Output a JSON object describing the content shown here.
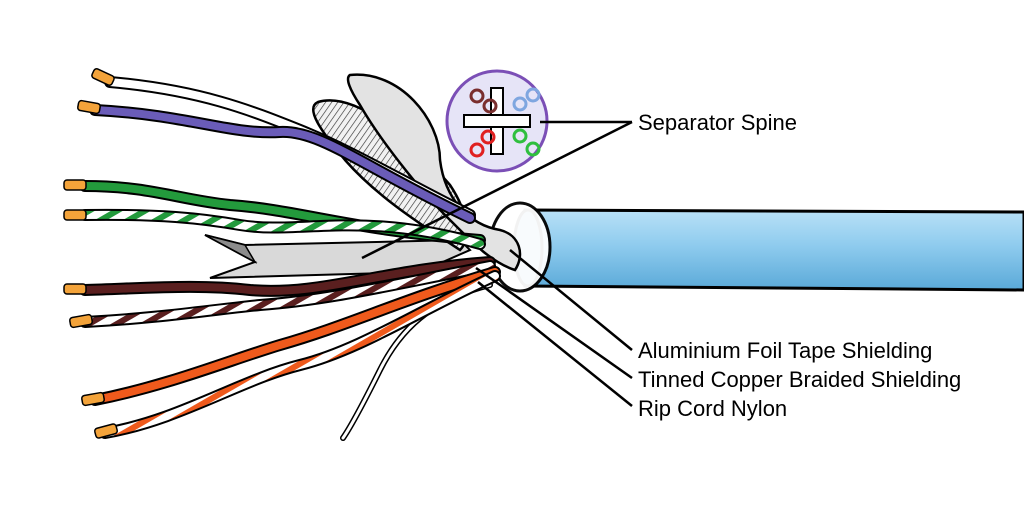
{
  "labels": {
    "separator_spine": "Separator Spine",
    "aluminium_foil": "Aluminium Foil Tape Shielding",
    "tinned_copper": "Tinned Copper Braided Shielding",
    "rip_cord": "Rip Cord Nylon"
  },
  "colors": {
    "jacket": "#8ecbee",
    "jacket_outline": "#000000",
    "foil": "#e3e3e3",
    "braid": "#d6d6d6",
    "wire_blue": "#6a5cb8",
    "wire_green": "#239a3c",
    "wire_brown": "#5a1f1f",
    "wire_orange": "#ef5a1c",
    "conductor_tip": "#f3a33a",
    "cross_section_ring": "#7b4fb6",
    "cross_section_fill": "#e6e4f7"
  },
  "icons": {
    "wire_ends": "copper-conductor-tip-icon",
    "cross_section": "cable-cross-section-icon"
  }
}
